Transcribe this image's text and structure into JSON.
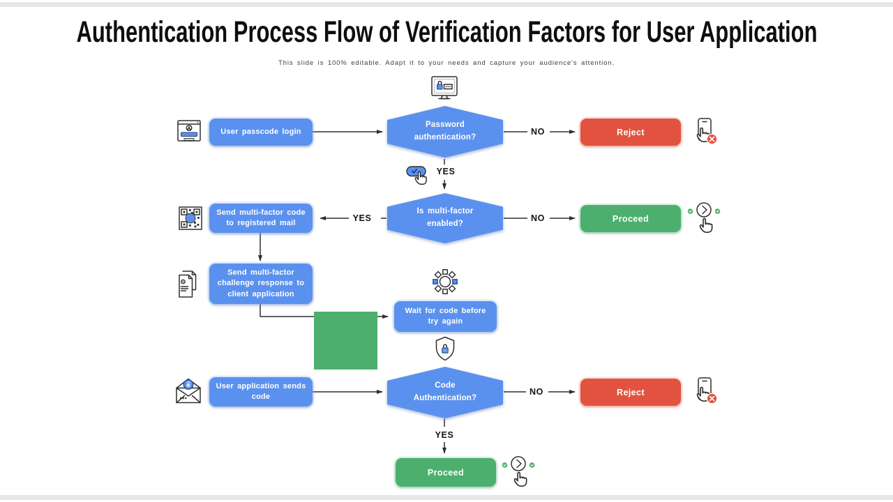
{
  "slide": {
    "title": "Authentication Process Flow of Verification Factors for User Application",
    "subtitle": "This slide is 100% editable. Adapt it to your needs and capture  your audience's attention."
  },
  "colors": {
    "blue": "#5b91ee",
    "green": "#4caf6e",
    "red": "#e2533f",
    "line": "#2f2f2f",
    "strip": "#e8e5e6"
  },
  "flowchart": {
    "processes": {
      "user_passcode_login": "User passcode login",
      "send_code_mail": "Send multi-factor code to registered mail",
      "send_challenge": "Send multi-factor challenge response to client application",
      "wait_for_code": "Wait for code before try again",
      "user_app_sends_code": "User application sends code"
    },
    "decisions": {
      "password_auth": "Password authentication?",
      "multi_factor_enabled": "Is multi-factor enabled?",
      "code_auth": "Code Authentication?"
    },
    "terminals": {
      "reject_top": "Reject",
      "proceed_mid": "Proceed",
      "reject_bottom": "Reject",
      "proceed_bottom": "Proceed"
    },
    "edge_labels": {
      "no_top": "NO",
      "yes_top": "YES",
      "yes_mid": "YES",
      "no_mid": "NO",
      "no_bottom": "NO",
      "yes_bottom": "YES"
    },
    "icons": {
      "login_screen": "login-screen-icon",
      "password_monitor": "password-monitor-icon",
      "tap_button": "tap-button-icon",
      "qr_code": "qr-code-icon",
      "press_proceed": "press-proceed-icon",
      "challenge_document": "document-icon",
      "loader_gear": "loader-gear-icon",
      "shield_lock": "shield-lock-icon",
      "envelope_code": "envelope-code-icon",
      "phone_reject": "phone-reject-icon"
    }
  }
}
